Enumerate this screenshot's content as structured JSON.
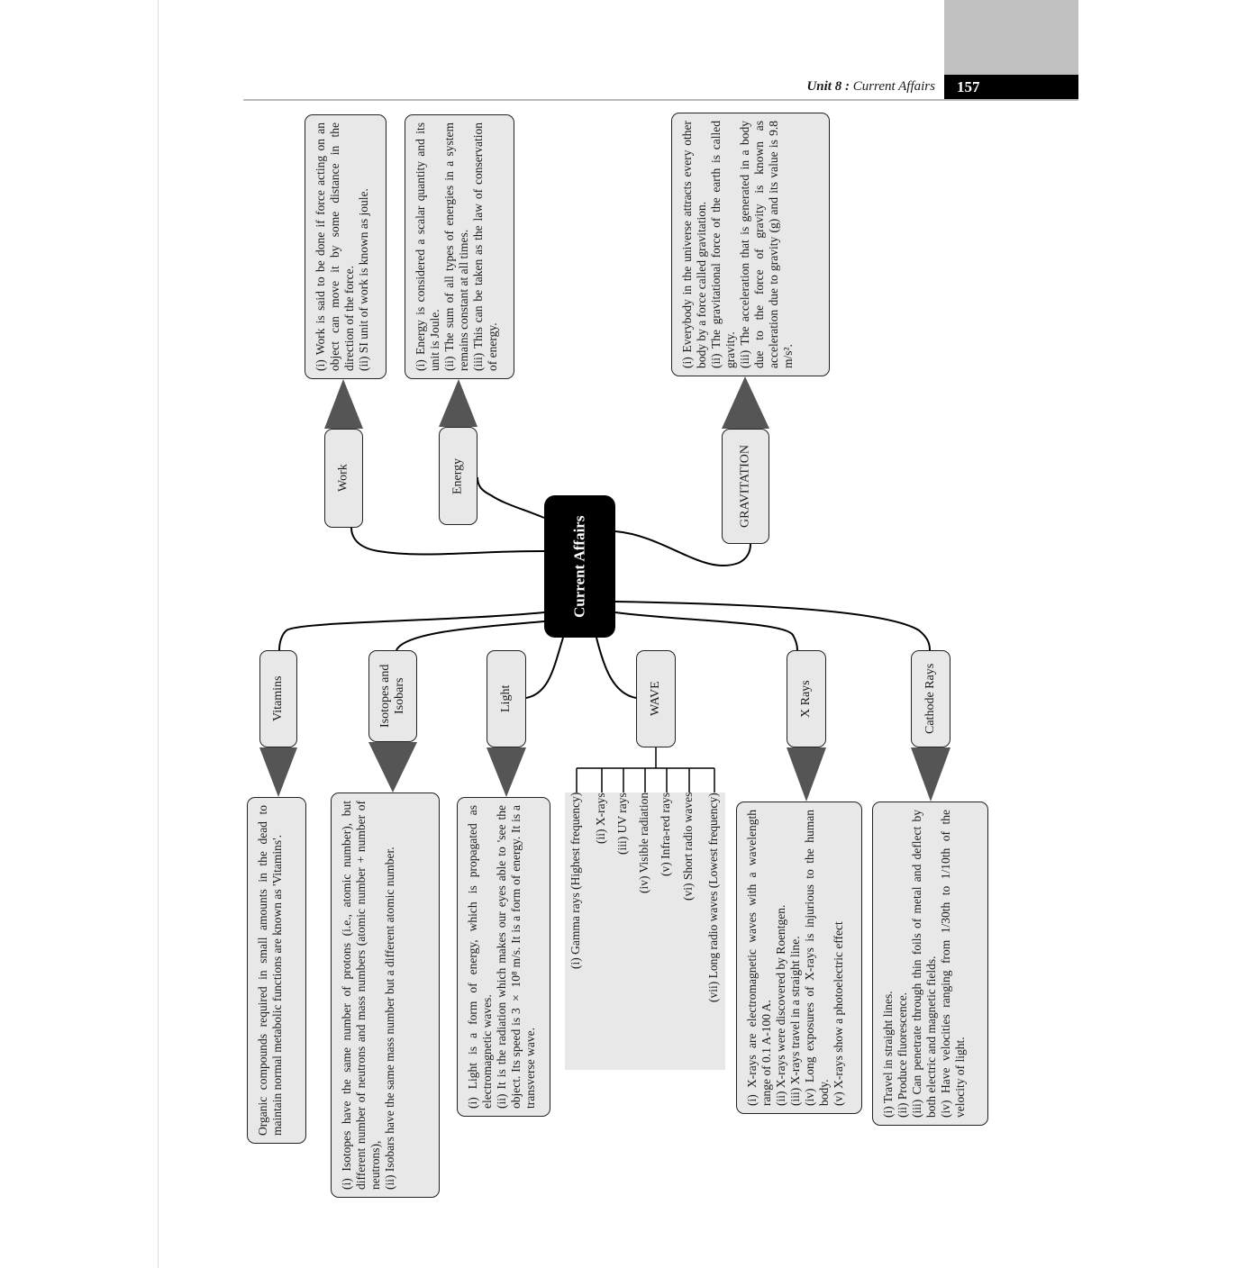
{
  "header": {
    "unit": "Unit 8 :",
    "title": "Current Affairs",
    "page_number": "157"
  },
  "center": "Current Affairs",
  "nodes": {
    "work": {
      "label": "Work",
      "lines": [
        "(i) Work is said to be done if force acting on an object can move it by some distance in the direction of the force.",
        "(ii) SI unit of work is known as joule."
      ]
    },
    "energy": {
      "label": "Energy",
      "lines": [
        "(i) Energy is considered a scalar quantity and its unit is Joule.",
        "(ii) The sum of all types of energies in a system remains constant at all times.",
        "(iii) This can be taken as the law of conservation of energy."
      ]
    },
    "gravitation": {
      "label": "GRAVITATION",
      "lines": [
        "(i) Everybody in the universe attracts every other body by a force called gravitation.",
        "(ii) The gravitational force of the earth is called gravity.",
        "(iii) The acceleration that is generated in a body due to the force of gravity is known as acceleration due to gravity (g) and its value is 9.8 m/s²."
      ]
    },
    "vitamins": {
      "label": "Vitamins",
      "lines": [
        "Organic compounds required in small amounts in the dead to maintain normal metabolic functions are known as 'Vitamins'."
      ]
    },
    "isotopes": {
      "label": "Isotopes and Isobars",
      "lines": [
        "(i) Isotopes have the same number of protons (i.e., atomic number), but different number of neutrons and mass numbers (atomic number + number of neutrons),",
        "(ii) Isobars have the same mass number but a different atomic number."
      ]
    },
    "light": {
      "label": "Light",
      "lines": [
        "(i) Light is a form of energy, which is propagated as electromagnetic waves.",
        "(ii) It is the radiation which makes our eyes able to 'see the object. Its speed is 3 × 10⁸ m/s. It is a form of energy. It is a transverse wave."
      ]
    },
    "wave": {
      "label": "WAVE",
      "items": [
        "(i) Gamma rays (Highest frequency)",
        "(ii) X-rays",
        "(iii) UV rays",
        "(iv) Visible radiation",
        "(v) Infra-red rays",
        "(vi) Short radio waves",
        "(vii) Long radio waves (Lowest frequency)"
      ]
    },
    "xrays": {
      "label": "X Rays",
      "lines": [
        "(i) X-rays are electromagnetic waves with a wavelength range of 0.1 A-100 A.",
        "(ii) X-rays were discovered by Roentgen.",
        "(iii) X-rays travel in a straight line.",
        "(iv) Long exposures of X-rays is injurious to the human body.",
        "(v) X-rays show a photoelectric effect"
      ]
    },
    "cathode": {
      "label": "Cathode Rays",
      "lines": [
        "(i) Travel in straight lines.",
        "(ii) Produce fluorescence.",
        "(iii) Can penetrate through thin foils of metal and deflect by both electric and magnetic fields.",
        "(iv) Have velocities ranging from 1/30th to 1/10th of the velocity of light."
      ]
    }
  }
}
